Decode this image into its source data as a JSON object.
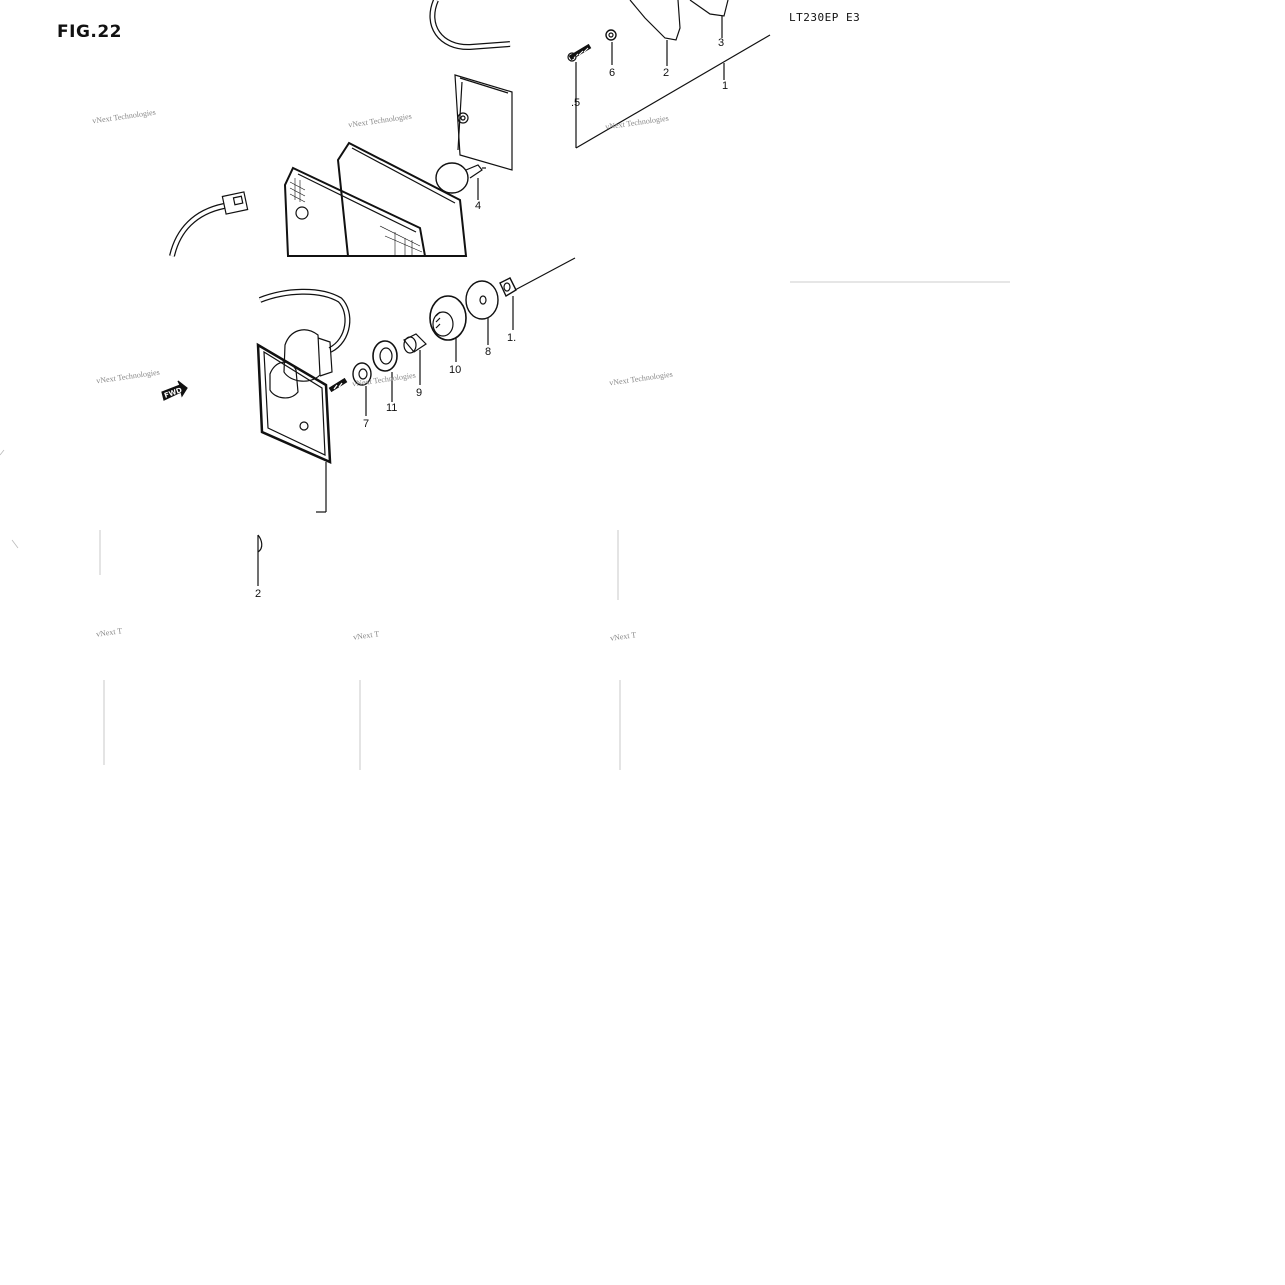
{
  "figure": {
    "title": "FIG.22",
    "model_code": "LT230EP E3",
    "fwd_label": "FWD"
  },
  "callouts": {
    "c1": "1",
    "c2": "2",
    "c3": "3",
    "c4": "4",
    "c5": ".5",
    "c6": "6",
    "c7": "7",
    "c8": "8",
    "c9": "9",
    "c10": "10",
    "c11": "11",
    "c1b": "1.",
    "c2b": "2"
  },
  "watermark": {
    "full": "vNext Technologies",
    "cut": "vNext T"
  }
}
